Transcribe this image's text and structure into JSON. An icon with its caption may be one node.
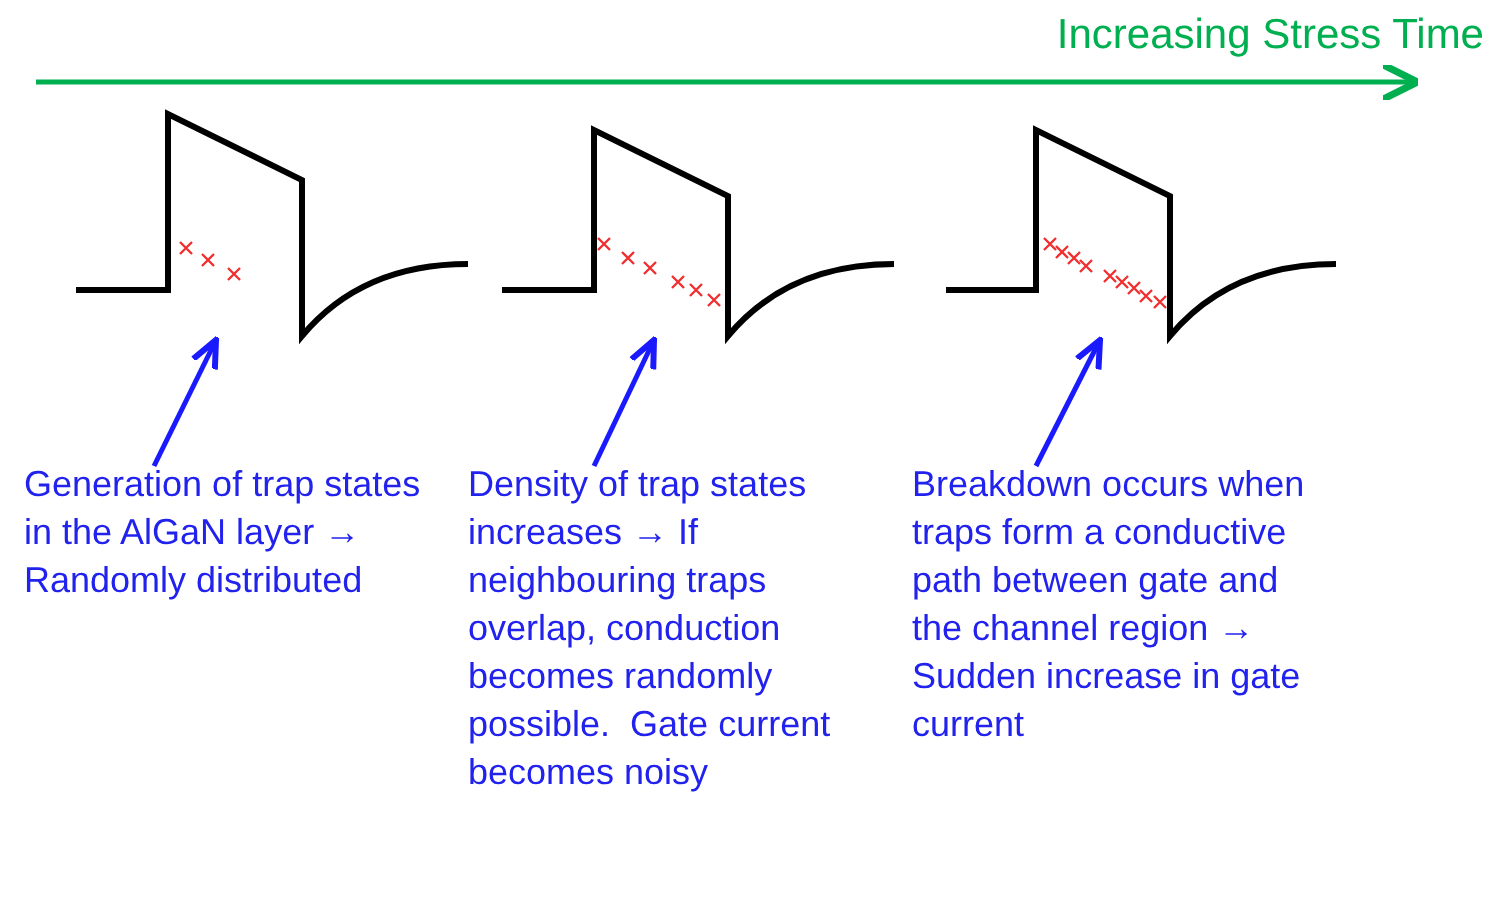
{
  "diagram": {
    "title": "Increasing Stress Time",
    "nodes": [
      {
        "text": [],
        "shape": "picture"
      },
      {
        "text": [],
        "shape": "picture"
      },
      {
        "text": [],
        "shape": "picture"
      },
      {
        "text": [
          "Generation of trap states in the AlGaN layer → Randomly distributed"
        ]
      },
      {
        "text": [
          "Density of trap states increases → If neighbouring traps overlap, conduction becomes randomly possible.  Gate current becomes noisy"
        ]
      },
      {
        "text": [
          "Breakdown occurs when traps form a conductive path between gate and the channel region → Sudden increase in gate current"
        ]
      }
    ],
    "edges": [
      {
        "from": 3,
        "to": 0,
        "arrow": "to"
      },
      {
        "from": 4,
        "to": 1,
        "arrow": "to"
      },
      {
        "from": 5,
        "to": 2,
        "arrow": "to"
      }
    ]
  }
}
